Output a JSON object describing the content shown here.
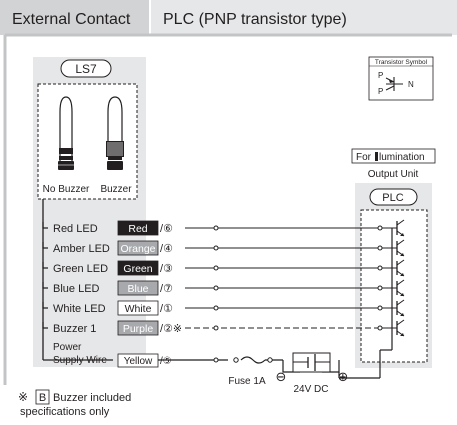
{
  "header": {
    "tab_label": "External Contact",
    "title": "PLC (PNP transistor type)"
  },
  "device": {
    "name": "LS7",
    "models": [
      "No Buzzer",
      "Buzzer"
    ]
  },
  "transistor_symbol": {
    "title": "Transistor Symbol",
    "pin_top": "P",
    "pin_bottom": "P",
    "pin_right": "N"
  },
  "output_unit": {
    "label_prefix": "For ",
    "label_suffix": "lumination",
    "label_line2": "Output Unit",
    "plc_label": "PLC"
  },
  "wires": [
    {
      "label": "Red LED",
      "color_name": "Red",
      "pin": "/⑥",
      "fill": "#231f20",
      "text_color": "#ffffff"
    },
    {
      "label": "Amber LED",
      "color_name": "Orange",
      "pin": "/④",
      "fill": "#a7a9ac",
      "text_color": "#ffffff"
    },
    {
      "label": "Green LED",
      "color_name": "Green",
      "pin": "/③",
      "fill": "#231f20",
      "text_color": "#ffffff"
    },
    {
      "label": "Blue LED",
      "color_name": "Blue",
      "pin": "/⑦",
      "fill": "#a7a9ac",
      "text_color": "#ffffff"
    },
    {
      "label": "White LED",
      "color_name": "White",
      "pin": "/①",
      "fill": "#ffffff",
      "text_color": "#231f20"
    },
    {
      "label": "Buzzer 1",
      "color_name": "Purple",
      "pin": "/②※",
      "fill": "#a7a9ac",
      "text_color": "#ffffff"
    }
  ],
  "power": {
    "label_line1": "Power",
    "label_line2": "Supply Wire",
    "color_name": "Yellow",
    "pin": "/⑤",
    "fuse": "Fuse 1A",
    "supply": "24V DC",
    "minus": "⊖",
    "plus": "⊕"
  },
  "footnote": {
    "mark": "※",
    "badge": "B",
    "line1": "Buzzer included",
    "line2": "specifications only"
  },
  "colors": {
    "panel_bg": "#e6e7e8",
    "frame_border": "#b9b9b9",
    "dark_tag": "#231f20",
    "gray_tag": "#a7a9ac"
  }
}
